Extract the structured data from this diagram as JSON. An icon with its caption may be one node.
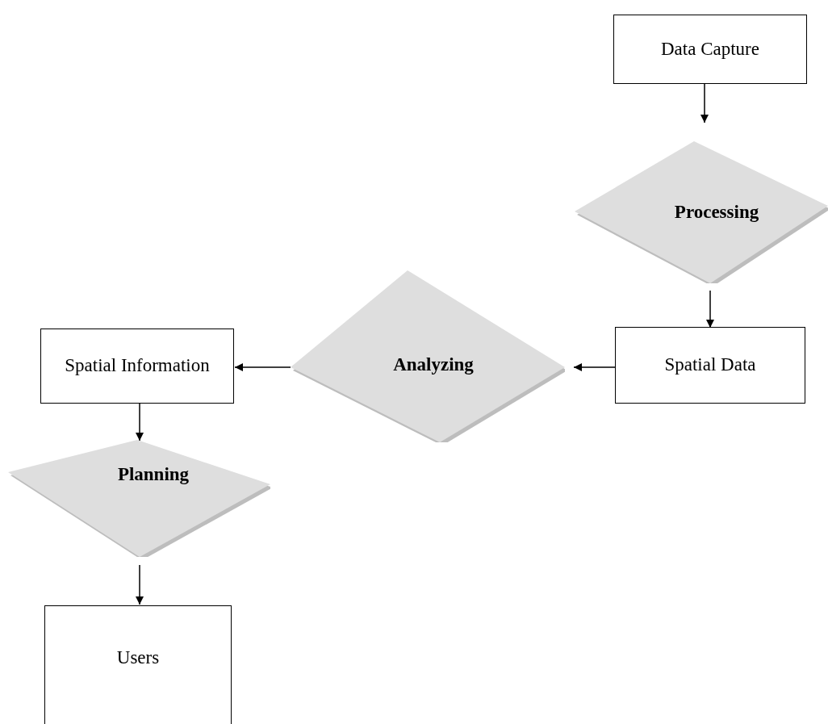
{
  "diagram": {
    "nodes": [
      {
        "text": [
          "Data Capture"
        ]
      },
      {
        "text": [
          "Processing"
        ]
      },
      {
        "text": [
          "Spatial Data"
        ]
      },
      {
        "text": [
          "Analyzing"
        ]
      },
      {
        "text": [
          "Spatial Information"
        ]
      },
      {
        "text": [
          "Planning"
        ]
      },
      {
        "text": [
          "Users"
        ]
      }
    ],
    "edges": [
      {
        "from": 0,
        "to": 1,
        "arrow": "to"
      },
      {
        "from": 1,
        "to": 2,
        "arrow": "to"
      },
      {
        "from": 2,
        "to": 3,
        "arrow": "to"
      },
      {
        "from": 3,
        "to": 4,
        "arrow": "to"
      },
      {
        "from": 4,
        "to": 5,
        "arrow": "to"
      },
      {
        "from": 5,
        "to": 6,
        "arrow": "to"
      }
    ]
  }
}
